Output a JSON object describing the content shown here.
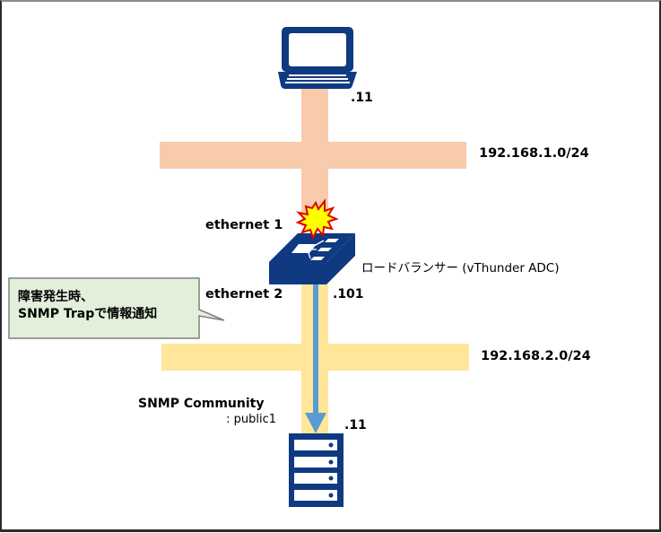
{
  "diagram": {
    "title": "SNMP Trap notification topology",
    "colors": {
      "device_blue": "#0f3a82",
      "network1": "#f8cbad",
      "network2": "#ffe699",
      "trap_arrow": "#5b9bd5",
      "callout_fill": "#e2efda",
      "callout_border": "#7f7f7f",
      "burst_fill": "#ffff00",
      "burst_border": "#e00000"
    },
    "client": {
      "icon": "laptop-icon",
      "ip_suffix": ".11"
    },
    "network_upper": {
      "cidr": "192.168.1.0/24"
    },
    "load_balancer": {
      "icon": "switch-icon",
      "name": "ロードバランサー (vThunder ADC)",
      "interface_upper": "ethernet 1",
      "interface_lower": "ethernet 2",
      "ip_suffix": ".101",
      "fault_icon": "explosion-burst-icon"
    },
    "network_lower": {
      "cidr": "192.168.2.0/24"
    },
    "callout": {
      "line1": "障害発生時、",
      "line2": "SNMP Trapで情報通知"
    },
    "snmp": {
      "title": "SNMP Community",
      "value": ": public1"
    },
    "server": {
      "icon": "server-icon",
      "ip_suffix": ".11"
    }
  }
}
